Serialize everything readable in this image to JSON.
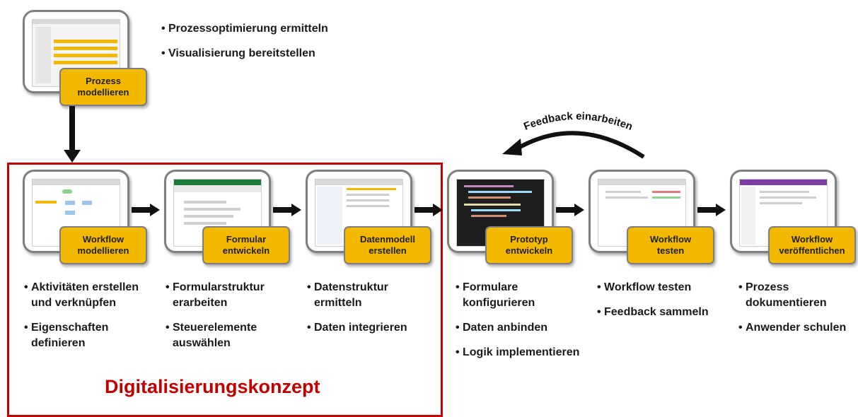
{
  "process": {
    "label_line1": "Prozess",
    "label_line2": "modellieren",
    "bullets": [
      "Prozessoptimierung ermitteln",
      "Visualisierung bereitstellen"
    ]
  },
  "steps": [
    {
      "label_line1": "Workflow",
      "label_line2": "modellieren",
      "bullets": [
        "Aktivitäten erstellen und verknüpfen",
        "Eigenschaften definieren"
      ]
    },
    {
      "label_line1": "Formular",
      "label_line2": "entwickeln",
      "bullets": [
        "Formularstruktur erarbeiten",
        "Steuerelemente auswählen"
      ]
    },
    {
      "label_line1": "Datenmodell",
      "label_line2": "erstellen",
      "bullets": [
        "Datenstruktur ermitteln",
        "Daten integrieren"
      ]
    },
    {
      "label_line1": "Prototyp",
      "label_line2": "entwickeln",
      "bullets": [
        "Formulare konfigurieren",
        "Daten anbinden",
        "Logik implementieren"
      ]
    },
    {
      "label_line1": "Workflow",
      "label_line2": "testen",
      "bullets": [
        "Workflow testen",
        "Feedback sammeln"
      ]
    },
    {
      "label_line1": "Workflow",
      "label_line2": "veröffentlichen",
      "bullets": [
        "Prozess dokumentieren",
        "Anwender schulen"
      ]
    }
  ],
  "feedback_label": "Feedback einarbeiten",
  "concept_label": "Digitalisierungskonzept",
  "colors": {
    "label_fill": "#f3b800",
    "concept_red": "#c00000",
    "frame_gray": "#7f7f7f"
  }
}
